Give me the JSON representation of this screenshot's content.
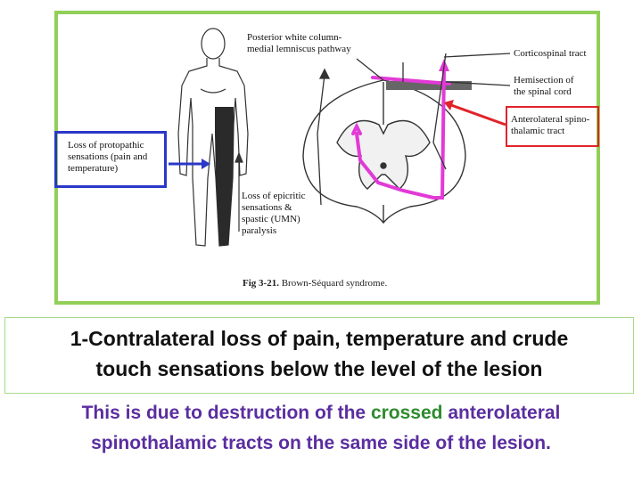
{
  "figure": {
    "labels": {
      "posterior_pathway": "Posterior white column-\nmedial lemniscus pathway",
      "corticospinal": "Corticospinal tract",
      "hemisection": "Hemisection of\nthe spinal cord",
      "anterolateral": "Anterolateral spino-\nthalamic tract",
      "protopathic": "Loss of protopathic\nsensations (pain and\ntemperature)",
      "epicritic": "Loss of epicritic\nsensations &\nspastic (UMN)\nparalysis"
    },
    "caption_number": "Fig 3-21.",
    "caption_text": "Brown-Séquard syndrome."
  },
  "heading": {
    "line1": "1-Contralateral loss of pain, temperature and crude",
    "line2": "touch sensations below the level of the lesion"
  },
  "explanation": {
    "line1_part1": "This is due to destruction of the ",
    "line1_highlight": "crossed",
    "line1_part2": " anterolateral",
    "line2": "spinothalamic tracts on the same side of the lesion."
  },
  "colors": {
    "frame_border": "#92cf58",
    "blue_box": "#2a38c8",
    "red_box": "#e0242a",
    "magenta_pathway": "#e23ad6",
    "explanation_text": "#5a2ea0",
    "highlight": "#2e8b2e"
  }
}
